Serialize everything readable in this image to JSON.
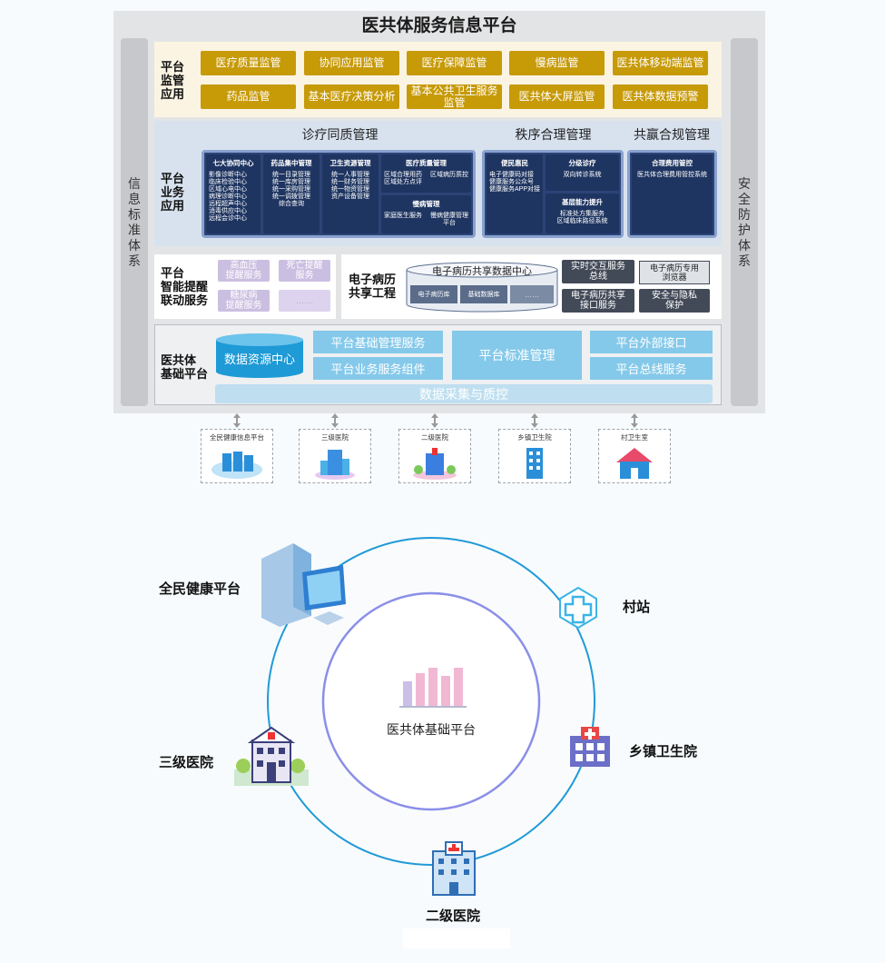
{
  "main_title": "医共体服务信息平台",
  "left_side": "信息标准体系",
  "right_side": "安全防护体系",
  "supervision": {
    "label": "平台\n监管\n应用",
    "items": [
      "医疗质量监管",
      "协同应用监管",
      "医疗保障监管",
      "慢病监管",
      "医共体移动端监管",
      "药品监管",
      "基本医疗决策分析",
      "基本公共卫生服务监管",
      "医共体大屏监管",
      "医共体数据预警"
    ]
  },
  "business": {
    "label": "平台\n业务\n应用",
    "group1_title": "诊疗同质管理",
    "group2_title": "秩序合理管理",
    "group3_title": "共赢合规管理",
    "col1": {
      "title": "七大协同中心",
      "lines": "影像诊断中心\n临床检验中心\n区域心电中心\n病理诊断中心\n远程超声中心\n消毒供应中心\n远程会诊中心"
    },
    "col2": {
      "title": "药品集中管理",
      "lines": "统一目录管理\n统一库房管理\n统一采购管理\n统一调拨管理\n综合查询"
    },
    "col3": {
      "title": "卫生资源管理",
      "lines": "统一人事管理\n统一财务管理\n统一物资管理\n资产设备管理"
    },
    "col4a": {
      "title": "医疗质量管理",
      "left": "区域合理用药\n区域处方点评",
      "right": "区域病历质控"
    },
    "col4b": {
      "title": "慢病管理",
      "left": "家庭医生服务",
      "right": "慢病健康管理\n平台"
    },
    "col5": {
      "title": "便民惠民",
      "lines": "电子健康码对接\n健康服务公众号\n健康服务APP对接"
    },
    "col6a": {
      "title": "分级诊疗",
      "lines": "双向转诊系统"
    },
    "col6b": {
      "title": "基层能力提升",
      "lines": "标准处方集服务\n区域临床路径系统"
    },
    "col7": {
      "title": "合理费用管控",
      "lines": "医共体合理费用管控系统"
    }
  },
  "smart": {
    "label": "平台\n智能提醒\n联动服务",
    "items": [
      "高血压\n提醒服务",
      "死亡提醒\n服务",
      "糖尿病\n提醒服务",
      "……"
    ]
  },
  "emr": {
    "label": "电子病历\n共享工程",
    "center_title": "电子病历共享数据中心",
    "center_items": [
      "电子病历库",
      "基础数据库",
      "……"
    ],
    "items": [
      "实时交互服务\n总线",
      "电子病历专用\n浏览器",
      "电子病历共享\n接口服务",
      "安全与隐私\n保护"
    ]
  },
  "base": {
    "label": "医共体\n基础平台",
    "data_center": "数据资源中心",
    "items": [
      "平台基础管理服务",
      "平台业务服务组件",
      "平台标准管理",
      "平台外部接口",
      "平台总线服务"
    ],
    "bottom": "数据采集与质控"
  },
  "connections": [
    "全民健康信息平台",
    "三级医院",
    "二级医院",
    "乡镇卫生院",
    "村卫生室"
  ],
  "circle": {
    "center": "医共体基础平台",
    "nodes": [
      "全民健康平台",
      "村站",
      "三级医院",
      "乡镇卫生院",
      "二级医院"
    ]
  },
  "colors": {
    "gold": "#c79a08",
    "navy": "#2c4377",
    "light_blue": "#85c9ea",
    "lavender": "#cbbfe1",
    "dark": "#424a58",
    "ring": "#1f9ad6"
  }
}
